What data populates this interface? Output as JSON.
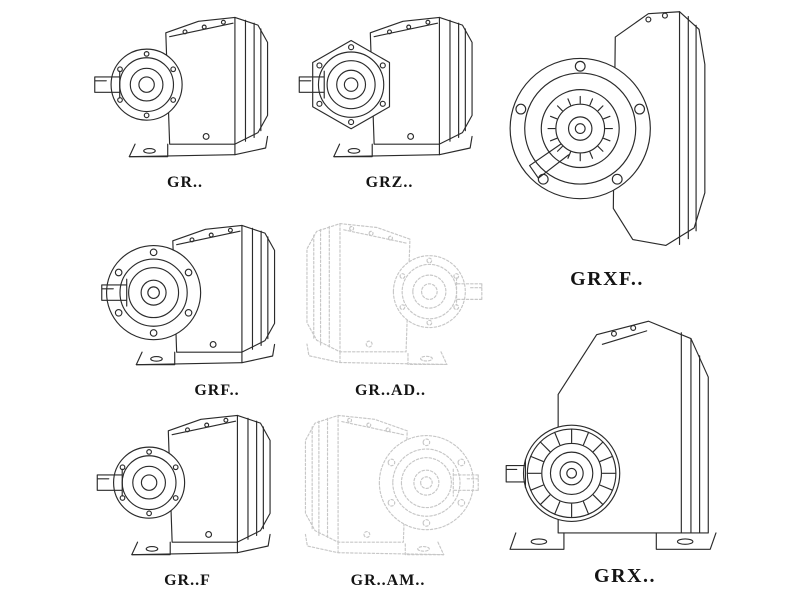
{
  "page": {
    "background_color": "#ffffff",
    "line_color": "#2b2b2b",
    "ghost_line_color": "#c7c7c7",
    "label_color": "#141414"
  },
  "models": [
    {
      "label": "GR..",
      "style": "solid"
    },
    {
      "label": "GRZ..",
      "style": "solid"
    },
    {
      "label": "GRXF..",
      "style": "solid"
    },
    {
      "label": "GRF..",
      "style": "solid"
    },
    {
      "label": "GR..AD..",
      "style": "ghost"
    },
    {
      "label": "GR..F",
      "style": "solid"
    },
    {
      "label": "GR..AM..",
      "style": "ghost"
    },
    {
      "label": "GRX..",
      "style": "solid"
    }
  ]
}
